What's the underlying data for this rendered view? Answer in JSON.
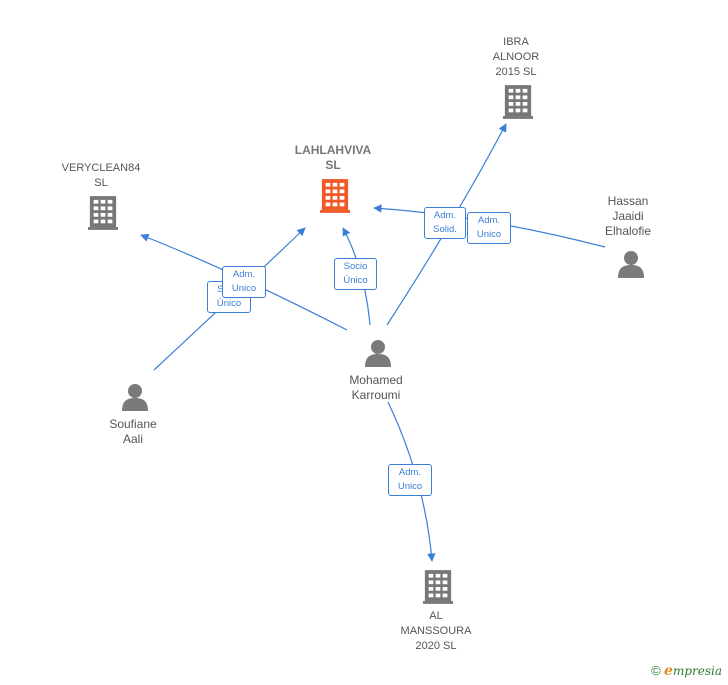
{
  "colors": {
    "edge": "#3a7fd5",
    "company": "#777777",
    "focus_company": "#f05a28",
    "person": "#7a7a7a"
  },
  "nodes": {
    "lahlahviva": {
      "label": "LAHLAHVIVA\nSL",
      "icon": "building-icon"
    },
    "ibra": {
      "label": "IBRA\nALNOOR\n2015  SL",
      "icon": "building-icon"
    },
    "veryclean": {
      "label": "VERYCLEAN84\nSL",
      "icon": "building-icon"
    },
    "hassan": {
      "label": "Hassan\nJaaidi\nElhalofie",
      "icon": "person-icon"
    },
    "mohamed": {
      "label": "Mohamed\nKarroumi",
      "icon": "person-icon"
    },
    "soufiane": {
      "label": "Soufiane\nAali",
      "icon": "person-icon"
    },
    "almanssoura": {
      "label": "AL\nMANSSOURA\n2020  SL",
      "icon": "building-icon"
    }
  },
  "edge_labels": {
    "mohamed_ibra": "Adm.\nSolid.",
    "hassan_lahlahviva": "Adm.\nUnico",
    "mohamed_lahlahviva": "Socio\nÚnico",
    "soufiane_veryclean": "Socio\nÚnico",
    "soufiane_lahlahviva": "Adm.\nUnico",
    "mohamed_almanssoura": "Adm.\nUnico"
  },
  "footer": {
    "copyright_symbol": "©",
    "brand_initial": "e",
    "brand_rest": "mpresia"
  }
}
